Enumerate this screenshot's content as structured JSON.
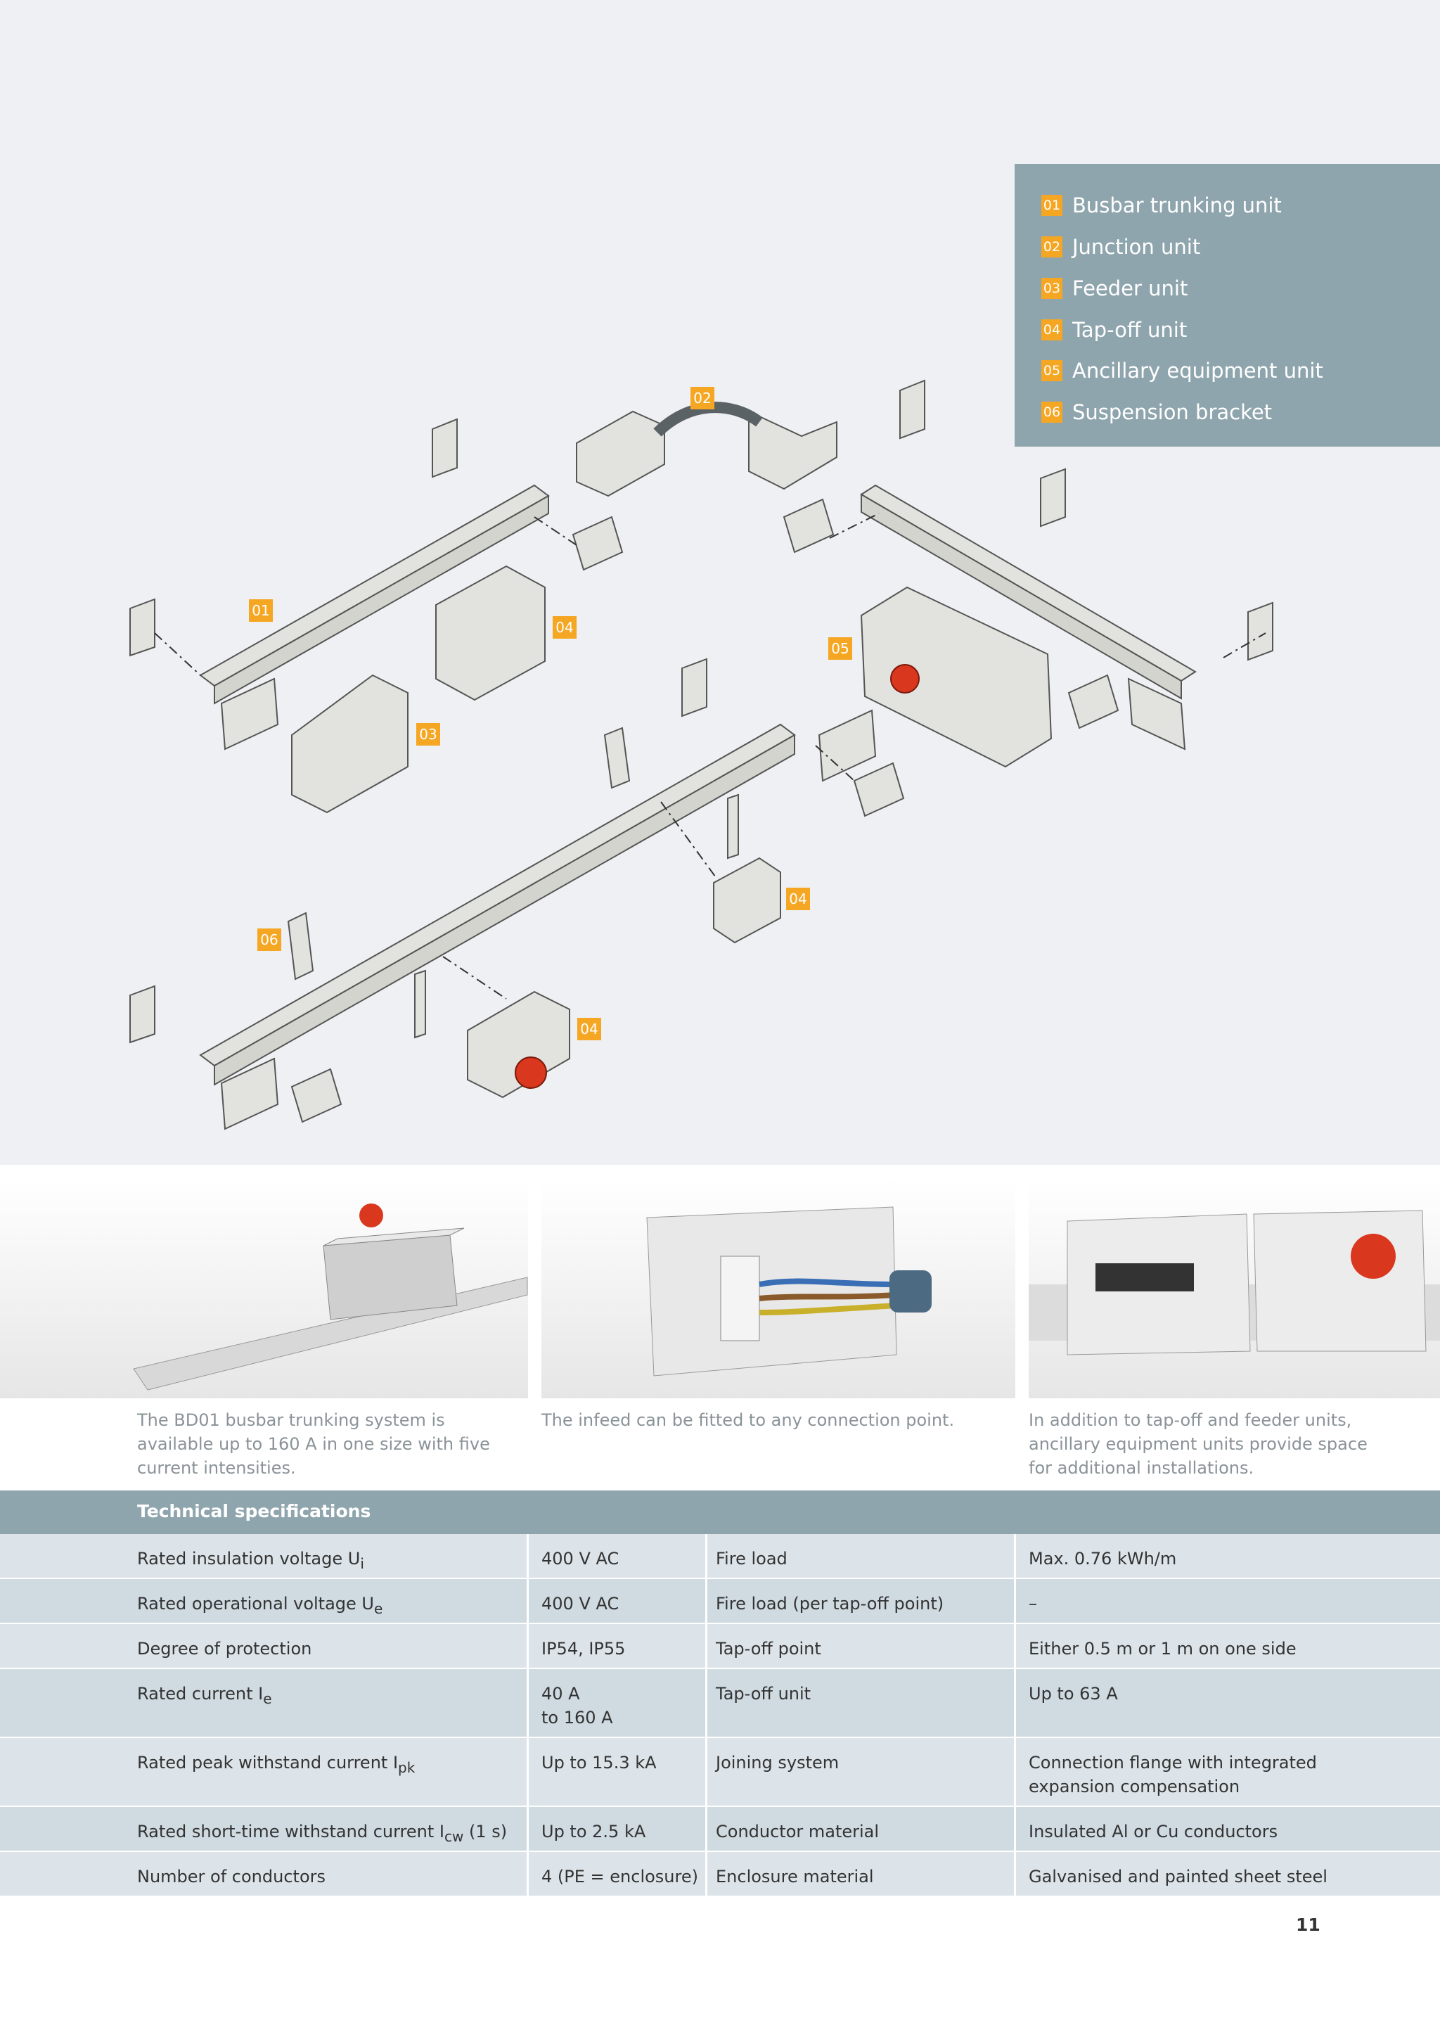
{
  "legend": {
    "items": [
      {
        "num": "01",
        "label": "Busbar trunking unit"
      },
      {
        "num": "02",
        "label": "Junction unit"
      },
      {
        "num": "03",
        "label": "Feeder unit"
      },
      {
        "num": "04",
        "label": "Tap-off unit"
      },
      {
        "num": "05",
        "label": "Ancillary equipment unit"
      },
      {
        "num": "06",
        "label": "Suspension bracket"
      }
    ]
  },
  "callouts": [
    "01",
    "02",
    "03",
    "04",
    "05",
    "04",
    "06",
    "04"
  ],
  "captions": [
    "The BD01 busbar trunking system is available up to 160 A in one size with five current intensities.",
    "The infeed can be fitted to any connection point.",
    "In addition to tap-off and feeder units, ancillary equipment units provide space for additional installations."
  ],
  "specs": {
    "title": "Technical specifications",
    "rows": [
      {
        "label": "Rated insulation voltage U",
        "sub": "i",
        "label_suffix": "",
        "value": "400 V AC",
        "value2": "",
        "label2": "Fire load",
        "value3": "Max. 0.76 kWh/m",
        "value3b": ""
      },
      {
        "label": "Rated operational voltage U",
        "sub": "e",
        "label_suffix": "",
        "value": "400 V AC",
        "value2": "",
        "label2": "Fire load (per tap-off point)",
        "value3": "–",
        "value3b": ""
      },
      {
        "label": "Degree of protection",
        "sub": "",
        "label_suffix": "",
        "value": "IP54, IP55",
        "value2": "",
        "label2": "Tap-off point",
        "value3": "Either 0.5 m or 1 m on one side",
        "value3b": ""
      },
      {
        "label": "Rated current I",
        "sub": "e",
        "label_suffix": "",
        "value": "40 A",
        "value2": "to 160 A",
        "label2": "Tap-off unit",
        "value3": "Up to 63 A",
        "value3b": ""
      },
      {
        "label": "Rated peak withstand current I",
        "sub": "pk",
        "label_suffix": "",
        "value": "Up to 15.3 kA",
        "value2": "",
        "label2": "Joining system",
        "value3": "Connection flange with integrated",
        "value3b": "expansion compensation"
      },
      {
        "label": "Rated short-time withstand current I",
        "sub": "cw",
        "label_suffix": " (1 s)",
        "value": "Up to 2.5 kA",
        "value2": "",
        "label2": "Conductor material",
        "value3": "Insulated Al or Cu conductors",
        "value3b": ""
      },
      {
        "label": "Number of conductors",
        "sub": "",
        "label_suffix": "",
        "value": "4 (PE = enclosure)",
        "value2": "",
        "label2": "Enclosure material",
        "value3": "Galvanised and painted sheet steel",
        "value3b": ""
      }
    ]
  },
  "page_number": "11",
  "colors": {
    "accent": "#f5a623",
    "panel": "#8fa5ad",
    "red_handle": "#d9371e"
  }
}
